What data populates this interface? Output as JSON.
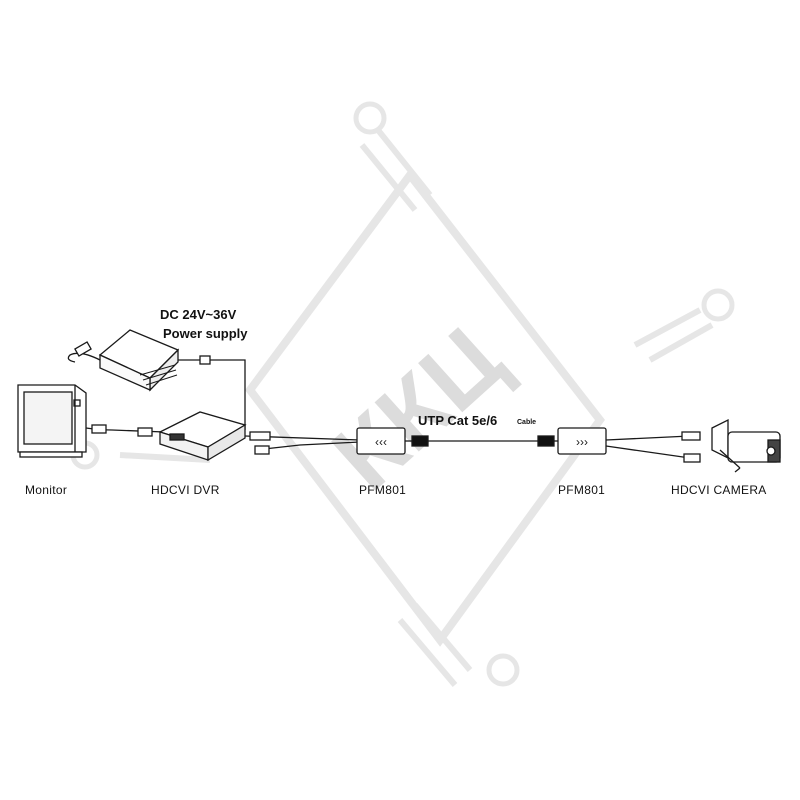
{
  "power_supply": {
    "line1": "DC 24V~36V",
    "line2": "Power supply"
  },
  "cable": {
    "label": "UTP Cat  5e/6",
    "suffix": "Cable"
  },
  "devices": {
    "monitor": "Monitor",
    "dvr": "HDCVI DVR",
    "transceiver_left": "PFM801",
    "transceiver_right": "PFM801",
    "camera": "HDCVI  CAMERA"
  },
  "watermark": {
    "text": "ККЦ"
  },
  "colors": {
    "line": "#1a1a1a",
    "watermark": "#e6e6e6",
    "device_fill": "#ffffff"
  }
}
